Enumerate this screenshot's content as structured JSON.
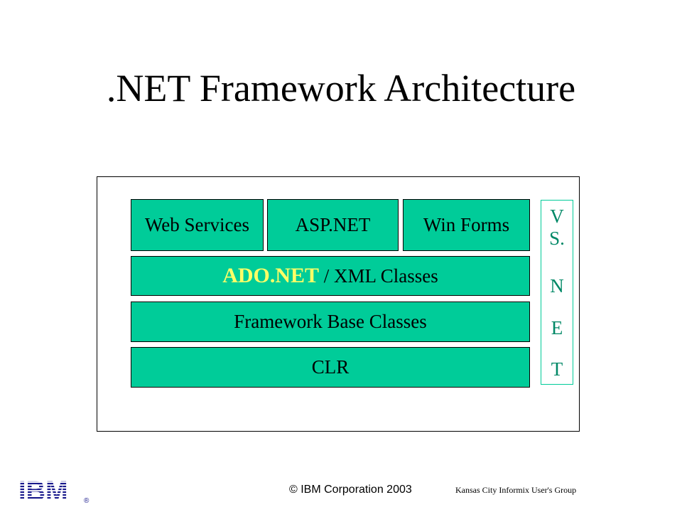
{
  "slide": {
    "title": ".NET Framework Architecture"
  },
  "diagram": {
    "top_row": [
      "Web Services",
      "ASP.NET",
      "Win Forms"
    ],
    "ado_highlight": "ADO.NET",
    "ado_rest": " / XML Classes",
    "base_classes": "Framework Base Classes",
    "clr": "CLR",
    "vsnet_letters": [
      "V",
      "S.",
      "N",
      "E",
      "T"
    ]
  },
  "footer": {
    "logo": "IBM",
    "logo_mark": "®",
    "copyright": "© IBM Corporation 2003",
    "group": "Kansas City Informix User's Group"
  },
  "colors": {
    "box_fill": "#00cc99",
    "ado_highlight": "#ffff66",
    "vsnet_text": "#008866",
    "logo": "#1a1a8c"
  }
}
